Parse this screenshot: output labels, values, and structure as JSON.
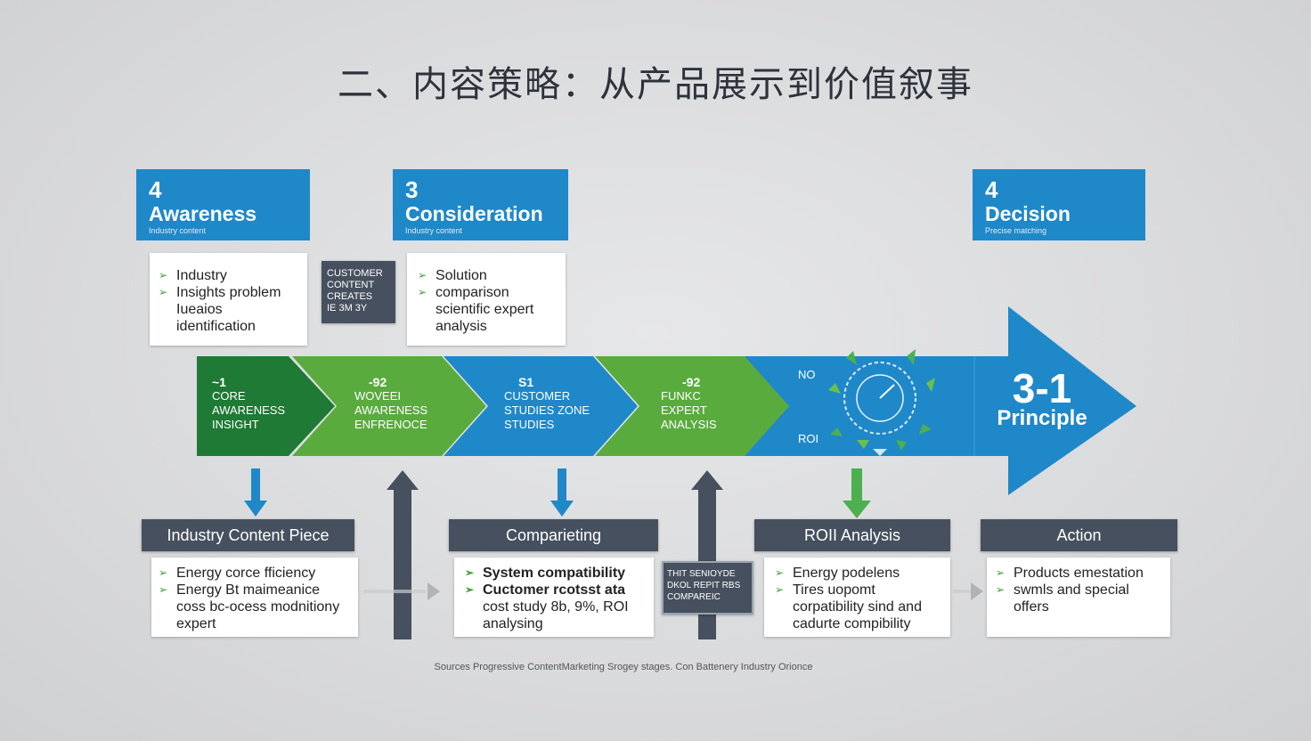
{
  "title": "二、内容策略：从产品展示到价值叙事",
  "stages": [
    {
      "num": "4",
      "name": "Awareness",
      "sub": "Industry content"
    },
    {
      "num": "3",
      "name": "Consideration",
      "sub": "Industry content"
    },
    {
      "num": "4",
      "name": "Decision",
      "sub": "Precise matching"
    }
  ],
  "top_boxes": [
    {
      "lines": [
        "Industry",
        "Insights problem",
        "Iueaios",
        "identification"
      ],
      "bullets": [
        true,
        true,
        false,
        false
      ]
    },
    {
      "lines": [
        "Solution",
        "comparison",
        "scientific expert",
        "analysis"
      ],
      "bullets": [
        true,
        true,
        false,
        false
      ]
    }
  ],
  "customer_tag": {
    "lines": [
      "CUSTOMER",
      "CONTENT",
      "CREATES",
      "IE 3M 3Y"
    ]
  },
  "chevrons": [
    {
      "num": "~1",
      "lines": [
        "CORE",
        "AWARENESS",
        "INSIGHT"
      ],
      "color": "#1e7a34"
    },
    {
      "num": "-92",
      "lines": [
        "WOVEEI",
        "AWARENESS",
        "ENFRENOCE"
      ],
      "color": "#5aab3e"
    },
    {
      "num": "S1",
      "lines": [
        "CUSTOMER",
        "STUDIES ZONE",
        "STUDIES"
      ],
      "color": "#1f88c9"
    },
    {
      "num": "-92",
      "lines": [
        "FUNKC",
        "EXPERT",
        "ANALYSIS"
      ],
      "color": "#5aab3e"
    }
  ],
  "roi_segment": {
    "top": "NO",
    "bottom": "ROI"
  },
  "principle": {
    "number": "3-1",
    "word": "Principle"
  },
  "bottom_heads": [
    "Industry Content Piece",
    "Comparieting",
    "ROII Analysis",
    "Action"
  ],
  "bottom_boxes": [
    {
      "lines": [
        "Energy corce fficiency",
        "Energy Bt maimeanice",
        "coss bc-ocess modnitiony",
        "expert"
      ],
      "bullets": [
        true,
        true,
        false,
        false
      ]
    },
    {
      "lines": [
        "System compatibility",
        "Cuctomer rcotsst ata",
        "cost study 8b, 9%, ROI",
        "analysing"
      ],
      "bullets": [
        true,
        true,
        false,
        false
      ]
    },
    {
      "lines": [
        "Energy podelens",
        "Tires uopomt",
        "corpatibility sind and",
        "cadurte compibility"
      ],
      "bullets": [
        true,
        true,
        false,
        false
      ]
    },
    {
      "lines": [
        "Products emestation",
        "swmls and special",
        "offers"
      ],
      "bullets": [
        true,
        true,
        false
      ]
    }
  ],
  "mid_tag": {
    "lines": [
      "THIT SENIOYDE",
      "DKOL REPIT RBS",
      "COMPAREIC"
    ]
  },
  "source": "Sources  Progressive ContentMarketing Srogey stages.  Con Battenery Industry Orionce",
  "colors": {
    "blue": "#1f88c9",
    "green": "#5aab3e",
    "dark_green": "#1e7a34",
    "slate": "#46505e"
  }
}
